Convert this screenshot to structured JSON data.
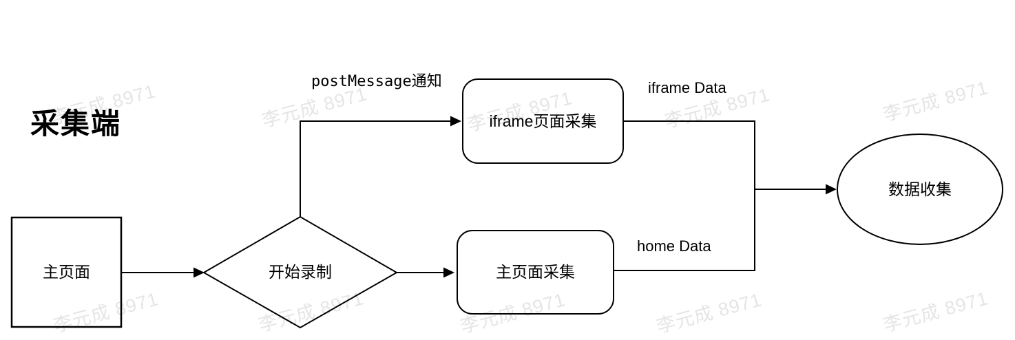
{
  "title": "采集端",
  "watermark": {
    "text": "李元成 8971"
  },
  "nodes": {
    "main_page": {
      "label": "主页面",
      "shape": "rectangle"
    },
    "start_recording": {
      "label": "开始录制",
      "shape": "diamond"
    },
    "iframe_collect": {
      "label": "iframe页面采集",
      "shape": "rounded-rectangle"
    },
    "home_collect": {
      "label": "主页面采集",
      "shape": "rounded-rectangle"
    },
    "data_collect": {
      "label": "数据收集",
      "shape": "ellipse"
    }
  },
  "flow": [
    {
      "from": "main_page",
      "to": "start_recording",
      "label": ""
    },
    {
      "from": "start_recording",
      "to": "iframe_collect",
      "label": "postMessage通知"
    },
    {
      "from": "start_recording",
      "to": "home_collect",
      "label": ""
    },
    {
      "from": "iframe_collect",
      "to": "data_collect",
      "label": "iframe Data"
    },
    {
      "from": "home_collect",
      "to": "data_collect",
      "label": "home Data"
    }
  ],
  "colors": {
    "stroke": "#000000",
    "background": "#ffffff",
    "watermark": "#e5e5e5"
  }
}
